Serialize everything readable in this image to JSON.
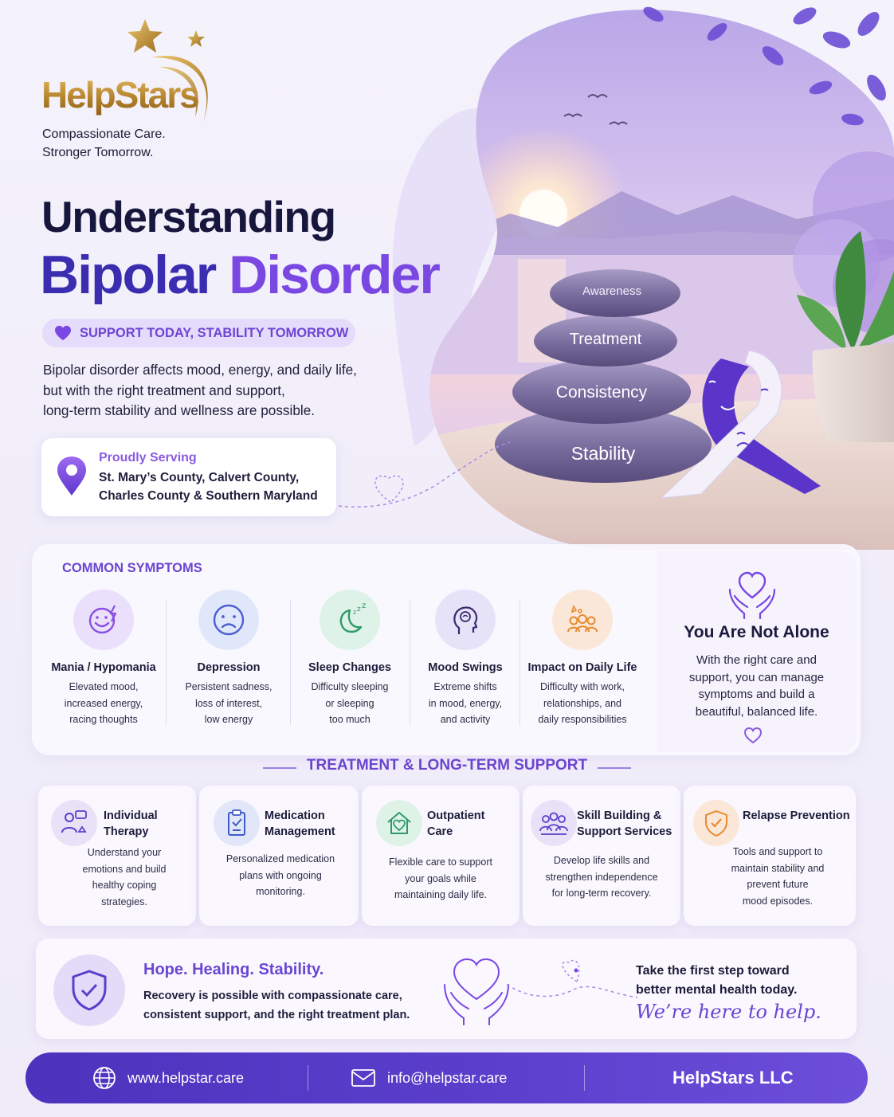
{
  "brand": {
    "name": "HelpStars",
    "tagline_lines": [
      "Compassionate Care.",
      "Stronger Tomorrow."
    ]
  },
  "hero": {
    "title_line1": "Understanding",
    "title_word1": "Bipolar",
    "title_word2": "Disorder",
    "pill": "SUPPORT TODAY, STABILITY TOMORROW",
    "intro_lines": [
      "Bipolar disorder affects mood, energy, and daily life,",
      "but with the right treatment and support,",
      "long-term stability and wellness are possible."
    ],
    "serving": {
      "title": "Proudly Serving",
      "lines": [
        "St. Mary’s County, Calvert County,",
        "Charles County & Southern Maryland"
      ]
    },
    "stones": [
      "Awareness",
      "Treatment",
      "Consistency",
      "Stability"
    ]
  },
  "symptoms": {
    "title": "COMMON SYMPTOMS",
    "items": [
      {
        "name": "Mania / Hypomania",
        "icon": "excited-face-icon",
        "desc": [
          "Elevated mood,",
          "increased energy,",
          "racing thoughts"
        ]
      },
      {
        "name": "Depression",
        "icon": "sad-face-icon",
        "desc": [
          "Persistent sadness,",
          "loss of interest,",
          "low energy"
        ]
      },
      {
        "name": "Sleep Changes",
        "icon": "moon-zzz-icon",
        "desc": [
          "Difficulty sleeping",
          "or sleeping",
          "too much"
        ]
      },
      {
        "name": "Mood Swings",
        "icon": "head-mind-icon",
        "desc": [
          "Extreme shifts",
          "in mood, energy,",
          "and activity"
        ]
      },
      {
        "name": "Impact on Daily Life",
        "icon": "people-group-icon",
        "desc": [
          "Difficulty with work,",
          "relationships, and",
          "daily responsibilities"
        ]
      }
    ],
    "alone": {
      "title": "You Are Not Alone",
      "lines": [
        "With the right care and",
        "support, you can manage",
        "symptoms and build a",
        "beautiful, balanced life."
      ]
    }
  },
  "treatment": {
    "title": "TREATMENT & LONG-TERM SUPPORT",
    "items": [
      {
        "title": [
          "Individual",
          "Therapy"
        ],
        "icon": "therapy-chat-icon",
        "desc": [
          "Understand your",
          "emotions and build",
          "healthy coping",
          "strategies."
        ]
      },
      {
        "title": [
          "Medication",
          "Management"
        ],
        "icon": "clipboard-pill-icon",
        "desc": [
          "Personalized medication",
          "plans with ongoing",
          "monitoring."
        ]
      },
      {
        "title": [
          "Outpatient",
          "Care"
        ],
        "icon": "house-heart-icon",
        "desc": [
          "Flexible care to support",
          "your goals while",
          "maintaining daily life."
        ]
      },
      {
        "title": [
          "Skill Building &",
          "Support Services"
        ],
        "icon": "group-support-icon",
        "desc": [
          "Develop life skills and",
          "strengthen independence",
          "for long-term recovery."
        ]
      },
      {
        "title": [
          "Relapse Prevention"
        ],
        "icon": "shield-check-icon",
        "desc": [
          "Tools and support to",
          "maintain stability and",
          "prevent future",
          "mood episodes."
        ]
      }
    ]
  },
  "hope": {
    "title": "Hope. Healing. Stability.",
    "lines": [
      "Recovery is possible with compassionate care,",
      "consistent support, and the right treatment plan."
    ],
    "cta_lines": [
      "Take the first step toward",
      "better mental health today."
    ],
    "cta_script": "We’re here to help."
  },
  "footer": {
    "website": "www.helpstar.care",
    "email": "info@helpstar.care",
    "company": "HelpStars LLC"
  },
  "colors": {
    "primary": "#5b3fcc",
    "accent": "#7a47e2",
    "gold": "#c5963a",
    "navy": "#17163d"
  }
}
